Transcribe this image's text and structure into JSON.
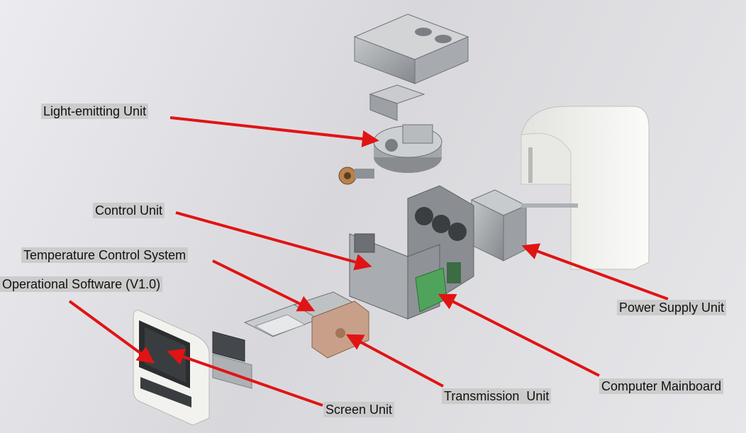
{
  "labels": {
    "light_emitting": "Light-emitting Unit",
    "control": "Control Unit",
    "temperature": "Temperature Control System",
    "software": "Operational Software (V1.0)",
    "power_supply": "Power Supply Unit",
    "computer_mainboard": "Computer Mainboard",
    "transmission": "Transmission  Unit",
    "screen": "Screen Unit"
  },
  "colors": {
    "arrow": "#e11414",
    "label_background": "#c8c8c8",
    "metal": "#9ea2a6",
    "pcb_green": "#4fa35a",
    "copper": "#c8a08a",
    "white_shell": "#f2f2ef"
  }
}
